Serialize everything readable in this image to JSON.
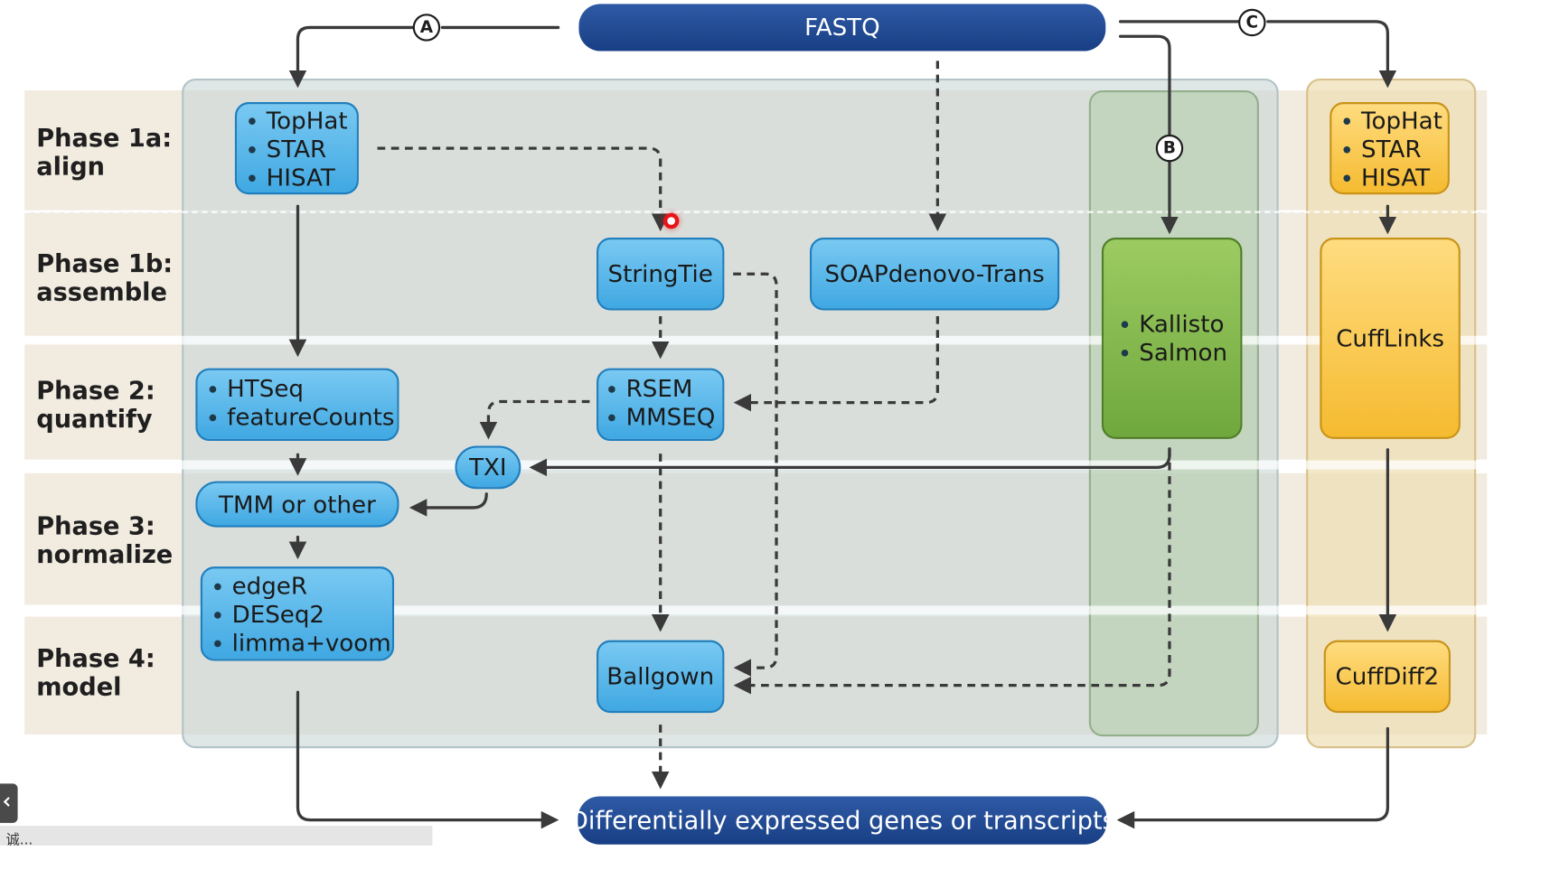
{
  "title_node": "FASTQ",
  "output_node": "Differentially expressed genes or transcripts",
  "phases": [
    {
      "line1": "Phase 1a:",
      "line2": "align"
    },
    {
      "line1": "Phase 1b:",
      "line2": "assemble"
    },
    {
      "line1": "Phase 2:",
      "line2": "quantify"
    },
    {
      "line1": "Phase 3:",
      "line2": "normalize"
    },
    {
      "line1": "Phase 4:",
      "line2": "model"
    }
  ],
  "route_labels": {
    "a": "A",
    "b": "B",
    "c": "C"
  },
  "pipeline_a": {
    "aligners": [
      "TopHat",
      "STAR",
      "HISAT"
    ],
    "counters": [
      "HTSeq",
      "featureCounts"
    ],
    "normalizer": "TMM or other",
    "modelers": [
      "edgeR",
      "DESeq2",
      "limma+voom"
    ],
    "assembler": "StringTie",
    "quantifiers": [
      "RSEM",
      "MMSEQ"
    ],
    "txi": "TXI",
    "ballgown": "Ballgown",
    "de_novo": "SOAPdenovo-Trans"
  },
  "pipeline_b": {
    "tools": [
      "Kallisto",
      "Salmon"
    ]
  },
  "pipeline_c": {
    "aligners": [
      "TopHat",
      "STAR",
      "HISAT"
    ],
    "assembler": "CuffLinks",
    "differential": "CuffDiff2"
  },
  "colors": {
    "navy": "#1d4690",
    "blue_node": "#4fb1e6",
    "green_node": "#86bb4f",
    "yellow_node": "#f9c944",
    "arrow": "#3a3a3a"
  },
  "footer": {
    "caption": "诚..."
  }
}
